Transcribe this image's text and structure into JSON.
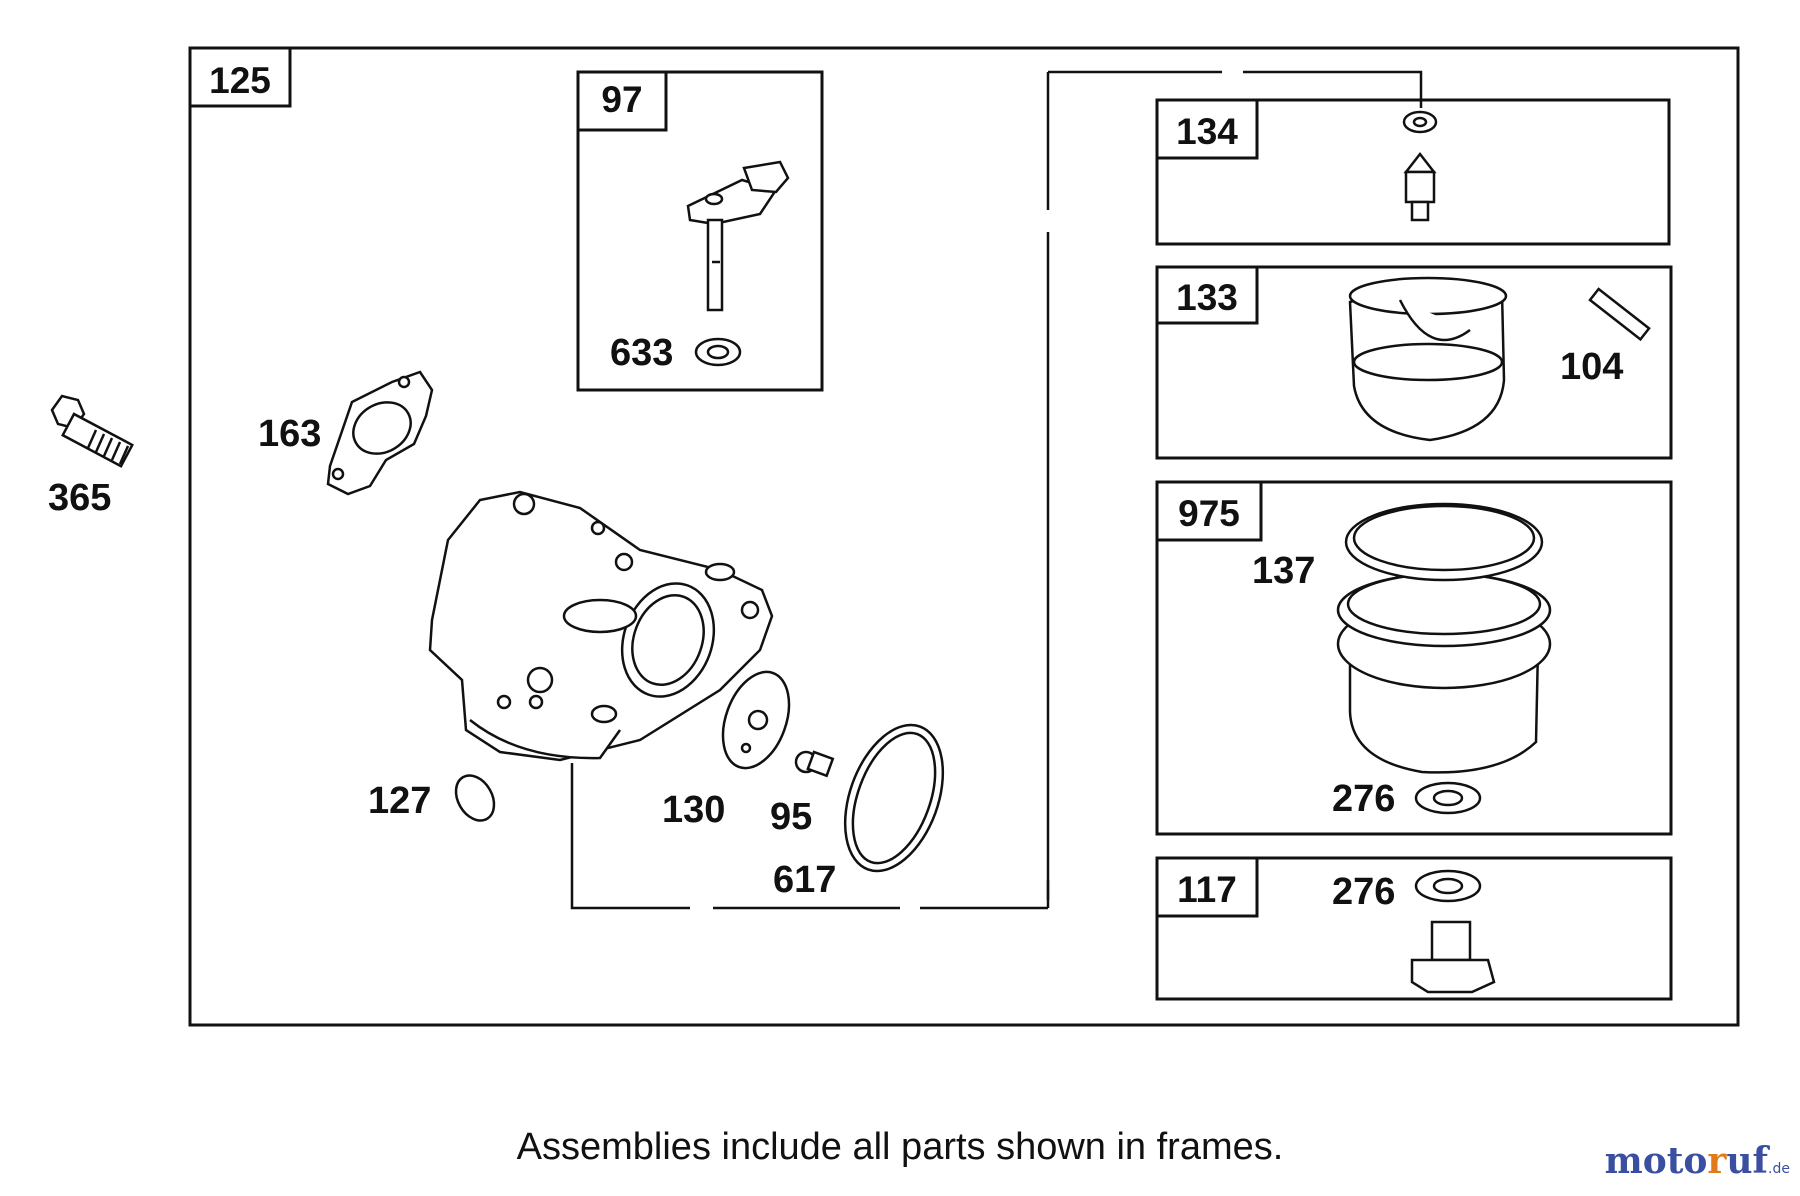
{
  "frames": {
    "main": "125",
    "f97": "97",
    "f134": "134",
    "f133": "133",
    "f975": "975",
    "f117": "117"
  },
  "callouts": {
    "c365": "365",
    "c163": "163",
    "c633": "633",
    "c127": "127",
    "c130": "130",
    "c95": "95",
    "c617": "617",
    "c104": "104",
    "c137": "137",
    "c276a": "276",
    "c276b": "276"
  },
  "caption": "Assemblies include all parts shown in frames.",
  "watermark": {
    "part1": "moto",
    "part2": "r",
    "part3": "uf",
    "part4": ".de"
  }
}
